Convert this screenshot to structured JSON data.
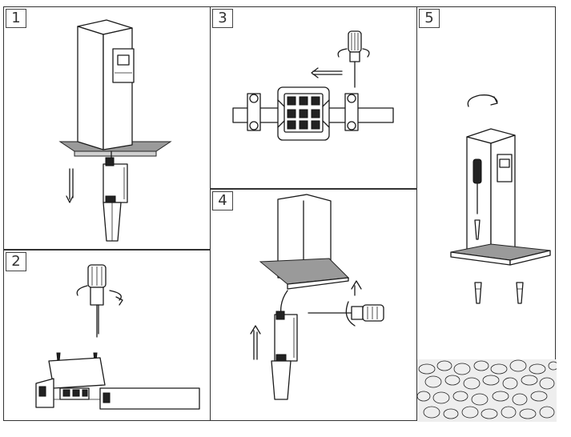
{
  "steps": [
    {
      "number": "1"
    },
    {
      "number": "2"
    },
    {
      "number": "3"
    },
    {
      "number": "4"
    },
    {
      "number": "5"
    }
  ]
}
